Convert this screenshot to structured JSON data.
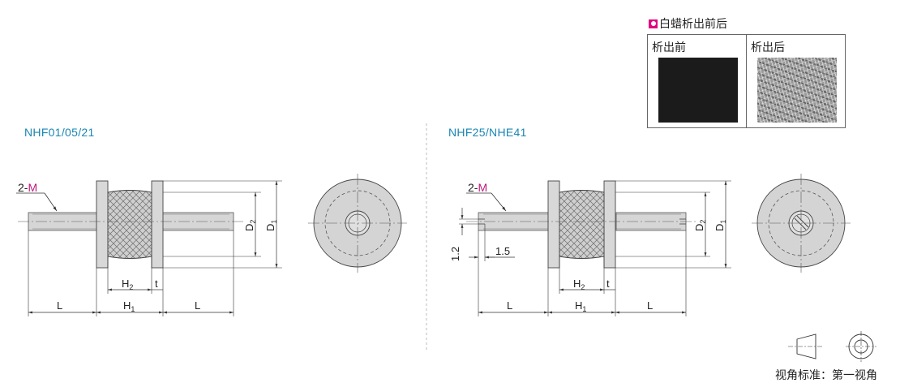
{
  "left": {
    "title": "NHF01/05/21"
  },
  "right": {
    "title": "NHF25/NHE41"
  },
  "bloom": {
    "title": "白蜡析出前后",
    "before_label": "析出前",
    "after_label": "析出后"
  },
  "dims": {
    "thread_label_prefix": "2-",
    "thread_label_m": "M",
    "L": "L",
    "H1": "H",
    "H1_sub": "1",
    "H2": "H",
    "H2_sub": "2",
    "t": "t",
    "D1": "D",
    "D1_sub": "1",
    "D2": "D",
    "D2_sub": "2",
    "slot_width": "1.2",
    "slot_depth": "1.5"
  },
  "view": {
    "label": "视角标准：第一视角"
  },
  "colors": {
    "title_blue": "#1a86b3",
    "m_magenta": "#c0147a",
    "accent_magenta": "#e3007f",
    "metal": "#d4d4d4",
    "rubber": "#c8c8c8",
    "line": "#333333"
  }
}
